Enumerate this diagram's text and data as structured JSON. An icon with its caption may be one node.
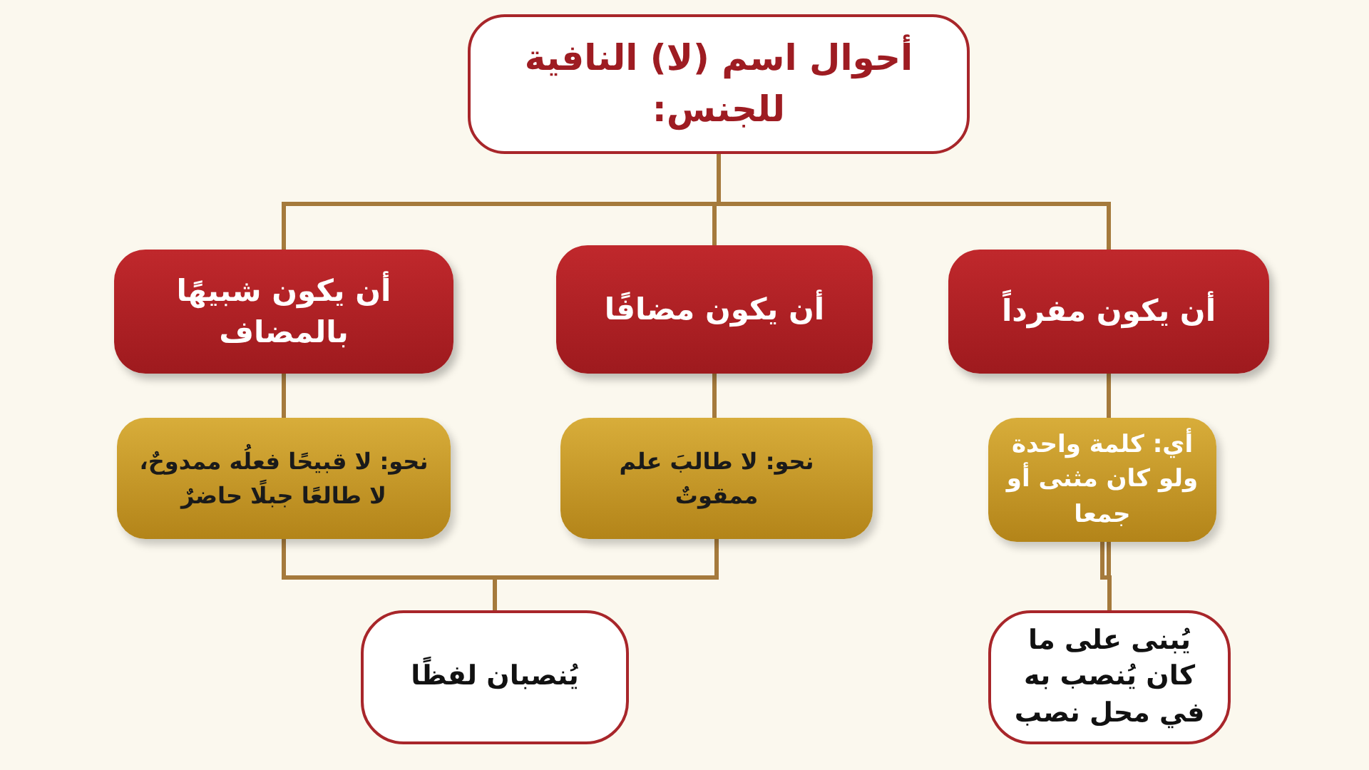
{
  "diagram": {
    "nodes": [
      {
        "text": [
          "أحوال اسم (لا) النافية للجنس:"
        ]
      },
      {
        "text": [
          "أن يكون مفرداً"
        ]
      },
      {
        "text": [
          "أن يكون مضافًا"
        ]
      },
      {
        "text": [
          "أن يكون شبيهًا بالمضاف"
        ]
      },
      {
        "text": [
          "أي: كلمة واحدة ولو كان مثنى أو جمعا"
        ]
      },
      {
        "text": [
          "نحو: لا طالبَ علم ممقوتٌ"
        ]
      },
      {
        "text": [
          "نحو: لا قبيحًا فعلُه ممدوحٌ، لا طالعًا جبلًا حاضرٌ"
        ]
      },
      {
        "text": [
          "يُبنى على ما كان يُنصب به في محل نصب"
        ]
      },
      {
        "text": [
          "يُنصبان لفظًا"
        ]
      }
    ],
    "edges": [
      {
        "from": 0,
        "to": 1,
        "arrow": "none"
      },
      {
        "from": 0,
        "to": 2,
        "arrow": "none"
      },
      {
        "from": 0,
        "to": 3,
        "arrow": "none"
      },
      {
        "from": 1,
        "to": 4,
        "arrow": "none"
      },
      {
        "from": 2,
        "to": 5,
        "arrow": "none"
      },
      {
        "from": 3,
        "to": 6,
        "arrow": "none"
      },
      {
        "from": 4,
        "to": 7,
        "arrow": "none"
      },
      {
        "from": 5,
        "to": 8,
        "arrow": "none"
      },
      {
        "from": 6,
        "to": 8,
        "arrow": "none"
      }
    ]
  }
}
